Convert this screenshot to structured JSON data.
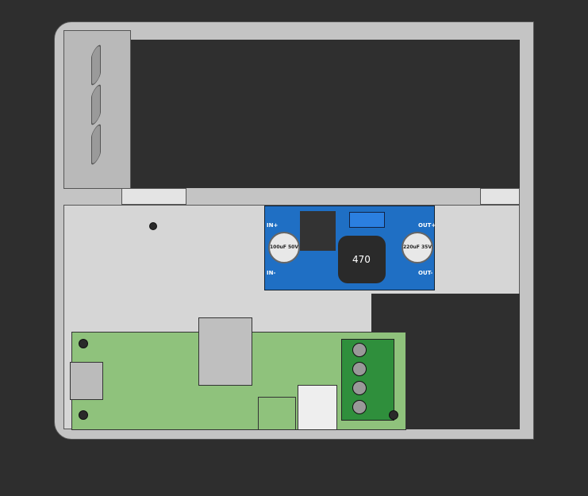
{
  "buck_module": {
    "inductor_label": "470",
    "cap_in_label": "100uF 50V",
    "cap_out_label": "220uF 35V",
    "in_plus": "IN+",
    "in_minus": "IN-",
    "out_plus": "OUT+",
    "out_minus": "OUT-",
    "color": "#1f6fc4"
  },
  "board": {
    "color": "#8fc27c",
    "terminal_color": "#2f8f3c"
  },
  "enclosure": {
    "color": "#cfcfcf"
  }
}
